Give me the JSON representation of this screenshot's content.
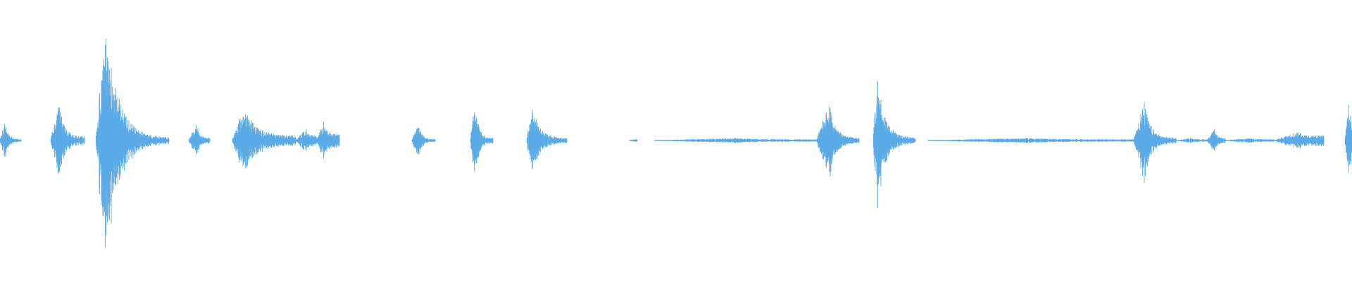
{
  "chart_data": {
    "type": "area",
    "title": "",
    "xlabel": "",
    "ylabel": "",
    "x_range": [
      0,
      1920
    ],
    "y_range": [
      -1,
      1
    ],
    "grid": false,
    "legend": "none",
    "colors": {
      "waveform": "#5aaae6",
      "background": "#ffffff"
    },
    "series": [
      {
        "segments": [
          {
            "start": 0,
            "end": 30,
            "peak": 0.15,
            "attack": 0.25,
            "baseline": 0.01
          },
          {
            "start": 72,
            "end": 120,
            "peak": 0.29,
            "attack": 0.25,
            "baseline": 0.03
          },
          {
            "start": 136,
            "end": 240,
            "peak": 0.88,
            "attack": 0.15,
            "baseline": 0.02
          },
          {
            "start": 268,
            "end": 298,
            "peak": 0.14,
            "attack": 0.4,
            "baseline": 0.02
          },
          {
            "start": 330,
            "end": 420,
            "peak": 0.27,
            "attack": 0.2,
            "baseline": 0.04
          },
          {
            "start": 420,
            "end": 450,
            "peak": 0.09,
            "attack": 0.5,
            "baseline": 0.04
          },
          {
            "start": 450,
            "end": 482,
            "peak": 0.15,
            "attack": 0.3,
            "baseline": 0.05
          },
          {
            "start": 585,
            "end": 618,
            "peak": 0.13,
            "attack": 0.3,
            "baseline": 0.01
          },
          {
            "start": 668,
            "end": 700,
            "peak": 0.31,
            "attack": 0.2,
            "baseline": 0.02
          },
          {
            "start": 748,
            "end": 805,
            "peak": 0.27,
            "attack": 0.15,
            "baseline": 0.02
          },
          {
            "start": 894,
            "end": 905,
            "peak": 0.01,
            "attack": 0.5,
            "baseline": 0.01
          },
          {
            "start": 930,
            "end": 1160,
            "peak": 0.02,
            "attack": 0.5,
            "baseline": 0.01
          },
          {
            "start": 1160,
            "end": 1220,
            "peak": 0.29,
            "attack": 0.3,
            "baseline": 0.02
          },
          {
            "start": 1240,
            "end": 1300,
            "peak": 0.52,
            "attack": 0.1,
            "baseline": 0.02
          },
          {
            "start": 1318,
            "end": 1610,
            "peak": 0.02,
            "attack": 0.5,
            "baseline": 0.01
          },
          {
            "start": 1610,
            "end": 1670,
            "peak": 0.3,
            "attack": 0.25,
            "baseline": 0.02
          },
          {
            "start": 1670,
            "end": 1714,
            "peak": 0.02,
            "attack": 0.5,
            "baseline": 0.01
          },
          {
            "start": 1714,
            "end": 1740,
            "peak": 0.09,
            "attack": 0.4,
            "baseline": 0.02
          },
          {
            "start": 1740,
            "end": 1810,
            "peak": 0.02,
            "attack": 0.5,
            "baseline": 0.01
          },
          {
            "start": 1810,
            "end": 1880,
            "peak": 0.07,
            "attack": 0.5,
            "baseline": 0.04
          },
          {
            "start": 1910,
            "end": 1920,
            "peak": 0.34,
            "attack": 0.5,
            "baseline": 0.2
          }
        ]
      }
    ]
  }
}
